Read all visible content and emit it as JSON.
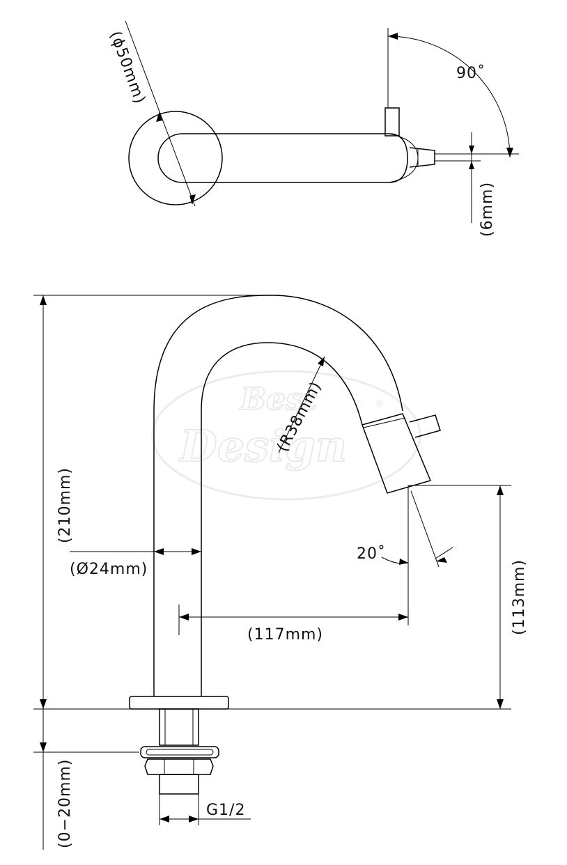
{
  "top_view": {
    "diameter_label": "(ϕ50mm)",
    "angle_label": "90˚",
    "handle_label": "(6mm)"
  },
  "side_view": {
    "height_label": "(210mm)",
    "pipe_diameter_label": "(Ø24mm)",
    "radius_label": "(R38mm)",
    "spout_angle_label": "20˚",
    "reach_label": "(117mm)",
    "outlet_height_label": "(113mm)",
    "adjust_label": "(0−20mm)",
    "thread_label": "G1/2"
  },
  "watermark": {
    "line1": "Best",
    "line2": "Design",
    "mark": "®"
  }
}
